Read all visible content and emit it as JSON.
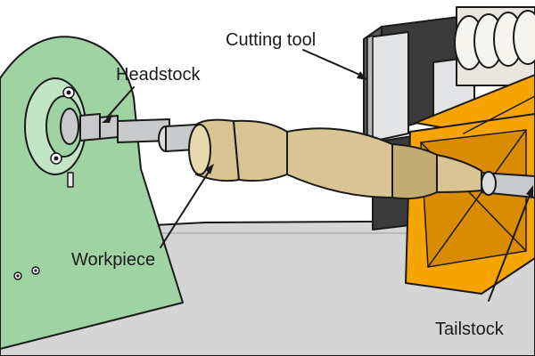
{
  "labels": {
    "headstock": "Headstock",
    "cutting_tool": "Cutting tool",
    "workpiece": "Workpiece",
    "tailstock": "Tailstock"
  },
  "colors": {
    "floor": "#d5d5d5",
    "headstock_body": "#9fd3a4",
    "headstock_face": "#c2e5c5",
    "spindle_metal": "#c7c9cb",
    "tool_block": "#3b3b3b",
    "tool_blade": "#e2e3e4",
    "carriage": "#f5a400",
    "carriage_dark": "#d98c00",
    "workpiece_wood": "#d9c593",
    "workpiece_wood_shade": "#c2ac74"
  }
}
